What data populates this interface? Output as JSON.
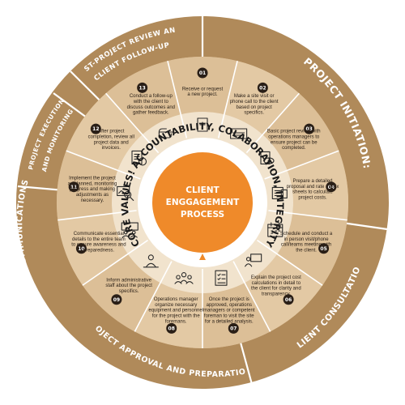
{
  "center": {
    "title_lines": [
      "CLIENT",
      "ENGGAGEMENT",
      "PROCESS"
    ]
  },
  "core_values": "CORE VALUES! ACCOUNTABILITY, COLABORATION, INTEGRITY",
  "phases": [
    {
      "id": "project-initiation",
      "label": "PROJECT INITIATION:"
    },
    {
      "id": "client-consultation",
      "label": "CLIENT CONSULTATION"
    },
    {
      "id": "project-approval",
      "label": "PROJECT APPROVAL AND PREPARATION"
    },
    {
      "id": "internal-communications",
      "label": "INTERNAL COMMUNICATIONS"
    },
    {
      "id": "project-execution",
      "label_lines": [
        "PROJECT EXECUTION",
        "AND MONITORING"
      ]
    },
    {
      "id": "post-project",
      "label_lines": [
        "POST-PROJECT REVIEW AND",
        "CLIENT FOLLOW-UP"
      ]
    }
  ],
  "steps": [
    {
      "num": "01",
      "icon": "document-plus-icon",
      "lines": [
        "Receive or request",
        "a new project."
      ]
    },
    {
      "num": "02",
      "icon": "contact-card-icon",
      "lines": [
        "Make a site visit or",
        "phone call to the client",
        "based on project",
        "specifics."
      ]
    },
    {
      "num": "03",
      "icon": "document-review-eye-icon",
      "lines": [
        "Basic project review with",
        "operations managers to",
        "ensure project can be",
        "completed."
      ]
    },
    {
      "num": "04",
      "icon": "calculator-sheet-icon",
      "lines": [
        "Prepare a detailed",
        "proposal and rate matrix",
        "sheets to calculate",
        "project costs."
      ]
    },
    {
      "num": "05",
      "icon": "calendar-icon",
      "lines": [
        "Schedule and conduct a",
        "in person visit/phone",
        "call/teams meeting with",
        "the client."
      ]
    },
    {
      "num": "06",
      "icon": "presentation-icon",
      "lines": [
        "Explain the project cost",
        "calculations in detail to",
        "the client for clarity and",
        "transparency."
      ]
    },
    {
      "num": "07",
      "icon": "checklist-icon",
      "lines": [
        "Once the project is",
        "approved, operations",
        "managers or competent",
        "foreman to visit the site",
        "for a detailed analysis."
      ]
    },
    {
      "num": "08",
      "icon": "team-icon",
      "lines": [
        "Operations manager",
        "organize necessary",
        "equipment and personnel",
        "for the project with the",
        "foremans."
      ]
    },
    {
      "num": "09",
      "icon": "admin-staff-icon",
      "lines": [
        "Inform administrative",
        "staff about the project",
        "specifics."
      ]
    },
    {
      "num": "10",
      "icon": "meeting-board-icon",
      "lines": [
        "Communicate essential",
        "details to the entire team",
        "to ensure awareness and",
        "preparedness."
      ]
    },
    {
      "num": "11",
      "icon": "analytics-magnifier-icon",
      "lines": [
        "Implement the project",
        "as planned, monitoring",
        "progress and making",
        "adjustments as",
        "necessary."
      ]
    },
    {
      "num": "12",
      "icon": "invoice-icon",
      "lines": [
        "After project",
        "completion, review all",
        "project data and",
        "invoices."
      ]
    },
    {
      "num": "13",
      "icon": "pointing-hand-icon",
      "lines": [
        "Conduct a follow-up",
        "with the client to",
        "discuss outcomes and",
        "gather feedback."
      ]
    }
  ],
  "colors": {
    "outer_ring": "#b08a5a",
    "outer_ring_dark": "#8c6a3f",
    "step_ring": "#dcbf97",
    "step_ring_alt": "#e3c9a4",
    "icon_ring": "#f1e3cd",
    "number_badge": "#2a1f17",
    "center": "#ef8a2a",
    "label_text": "#ffffff"
  }
}
